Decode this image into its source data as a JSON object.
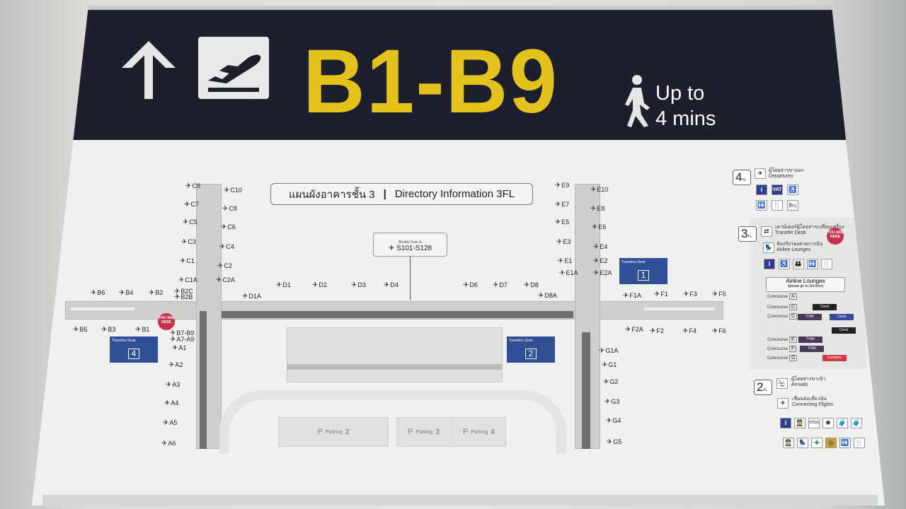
{
  "header": {
    "range": "B1-B9",
    "walk_line1": "Up to",
    "walk_line2": "4 mins",
    "icons": [
      "arrow-up-icon",
      "departure-icon",
      "walking-person-icon"
    ],
    "accent": "#e2c21b"
  },
  "map": {
    "title_th": "แผนผังอาคารชั้น 3",
    "title_en": "Directory Information  3FL",
    "shuttle": {
      "label": "Shuttle Train to",
      "gates": "S101-S128"
    },
    "you_are_here": "YOU ARE HERE",
    "transfer_desk": "Transfers Desk",
    "desks": [
      "1",
      "2",
      "4"
    ],
    "parking": [
      {
        "label": "Parking",
        "num": "2"
      },
      {
        "label": "Parking",
        "num": "3"
      },
      {
        "label": "Parking",
        "num": "4"
      }
    ],
    "gates": [
      "C9",
      "C10",
      "C7",
      "C8",
      "C5",
      "C6",
      "C3",
      "C4",
      "C1",
      "C2",
      "C1A",
      "C2A",
      "B2C",
      "B2B",
      "B6",
      "B4",
      "B2",
      "D1A",
      "B5",
      "B3",
      "B1",
      "B7-B9",
      "A7-A9",
      "A1",
      "A2",
      "A3",
      "A4",
      "A5",
      "A6",
      "D1",
      "D2",
      "D3",
      "D4",
      "D6",
      "D7",
      "D8",
      "D8A",
      "E9",
      "E10",
      "E7",
      "E8",
      "E5",
      "E6",
      "E3",
      "E4",
      "E1",
      "E2",
      "E1A",
      "E2A",
      "F1A",
      "F1",
      "F3",
      "F5",
      "F2A",
      "F2",
      "F4",
      "F6",
      "G1A",
      "G1",
      "G2",
      "G3",
      "G4",
      "G5"
    ]
  },
  "legend": {
    "floor4": {
      "num": "4",
      "unit": "FL",
      "th": "ผู้โดยสารขาออก",
      "en": "Departures"
    },
    "floor3": {
      "num": "3",
      "unit": "FL",
      "transfer_th": "เคาน์เตอร์ผู้โดยสารเปลี่ยนเครื่อง",
      "transfer_en": "Transfer Desk",
      "lounge_th": "ห้องรับรองสายการบิน",
      "lounge_en": "Airline Lounges",
      "you_are_here": "YOU ARE HERE",
      "lounge_box": "Airline Lounges",
      "lounge_note": "(please go to 3rd floor)"
    },
    "concourses": [
      {
        "label": "Concourse",
        "letter": "A"
      },
      {
        "label": "Concourse",
        "letter": "C"
      },
      {
        "label": "Concourse",
        "letter": "D"
      },
      {
        "label": "Concourse",
        "letter": "E"
      },
      {
        "label": "Concourse",
        "letter": "F"
      },
      {
        "label": "Concourse",
        "letter": "G"
      }
    ],
    "lounge_chips": [
      "Coral",
      "THAI",
      "Coral",
      "THAI",
      "Coral",
      "THAI",
      "Emirates"
    ],
    "floor2": {
      "num": "2",
      "unit": "FL",
      "arr_th": "ผู้โดยสารขาเข้า",
      "arr_en": "Arrivals",
      "conn_th": "เชื่อมต่อเที่ยวบิน",
      "conn_en": "Connecting Flights"
    },
    "vat": "VAT",
    "visa": "VISA",
    "info": "i"
  }
}
